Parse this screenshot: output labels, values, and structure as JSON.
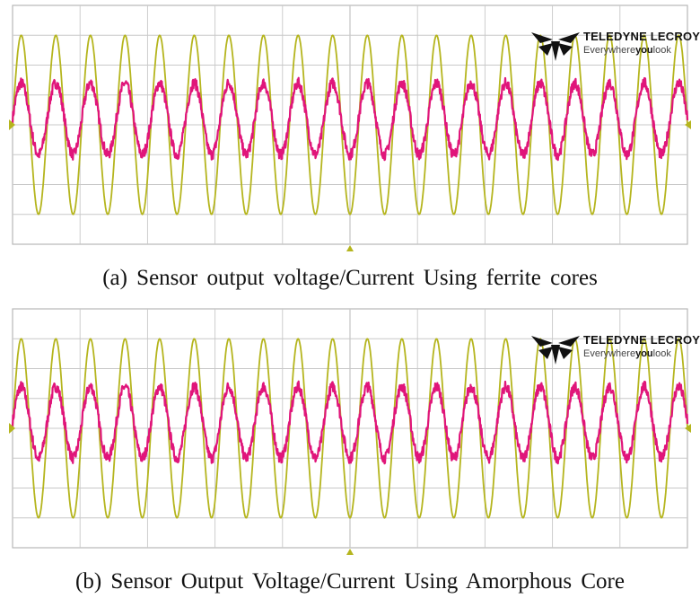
{
  "colors": {
    "grid": "#c8c8c8",
    "frame": "#b8b8b8",
    "voltage_trace": "#b5b51e",
    "current_trace": "#e0157a",
    "marker": "#b5b51e"
  },
  "logo": {
    "brand": "TELEDYNE LECROY",
    "tagline_start": "Everywhere",
    "tagline_bold": "you",
    "tagline_end": "look",
    "icon": "teledyne-arrows-icon"
  },
  "chart_data": [
    {
      "type": "line",
      "panel": "a",
      "caption": "(a) Sensor output voltage/Current Using ferrite cores",
      "grid": {
        "x_divisions": 10,
        "y_divisions": 8
      },
      "x": {
        "unit": "div",
        "range": [
          0,
          10
        ]
      },
      "y": {
        "unit": "div",
        "range": [
          -4,
          4
        ]
      },
      "series": [
        {
          "trace": "voltage",
          "waveform": "sine",
          "cycles": 19.5,
          "amplitude_div": 3.0,
          "offset_div": 0.0,
          "phase": 0.0
        },
        {
          "trace": "current",
          "waveform": "noisy-sine",
          "cycles": 19.5,
          "amplitude_div": 1.2,
          "offset_div": 0.2,
          "phase": 0.0,
          "noise_div": 0.18
        }
      ]
    },
    {
      "type": "line",
      "panel": "b",
      "caption": "(b) Sensor Output Voltage/Current Using Amorphous Core",
      "grid": {
        "x_divisions": 10,
        "y_divisions": 8
      },
      "x": {
        "unit": "div",
        "range": [
          0,
          10
        ]
      },
      "y": {
        "unit": "div",
        "range": [
          -4,
          4
        ]
      },
      "series": [
        {
          "trace": "voltage",
          "waveform": "sine",
          "cycles": 19.5,
          "amplitude_div": 3.0,
          "offset_div": 0.0,
          "phase": 0.0
        },
        {
          "trace": "current",
          "waveform": "noisy-sine",
          "cycles": 19.5,
          "amplitude_div": 1.2,
          "offset_div": 0.2,
          "phase": 0.0,
          "noise_div": 0.18
        }
      ]
    }
  ]
}
